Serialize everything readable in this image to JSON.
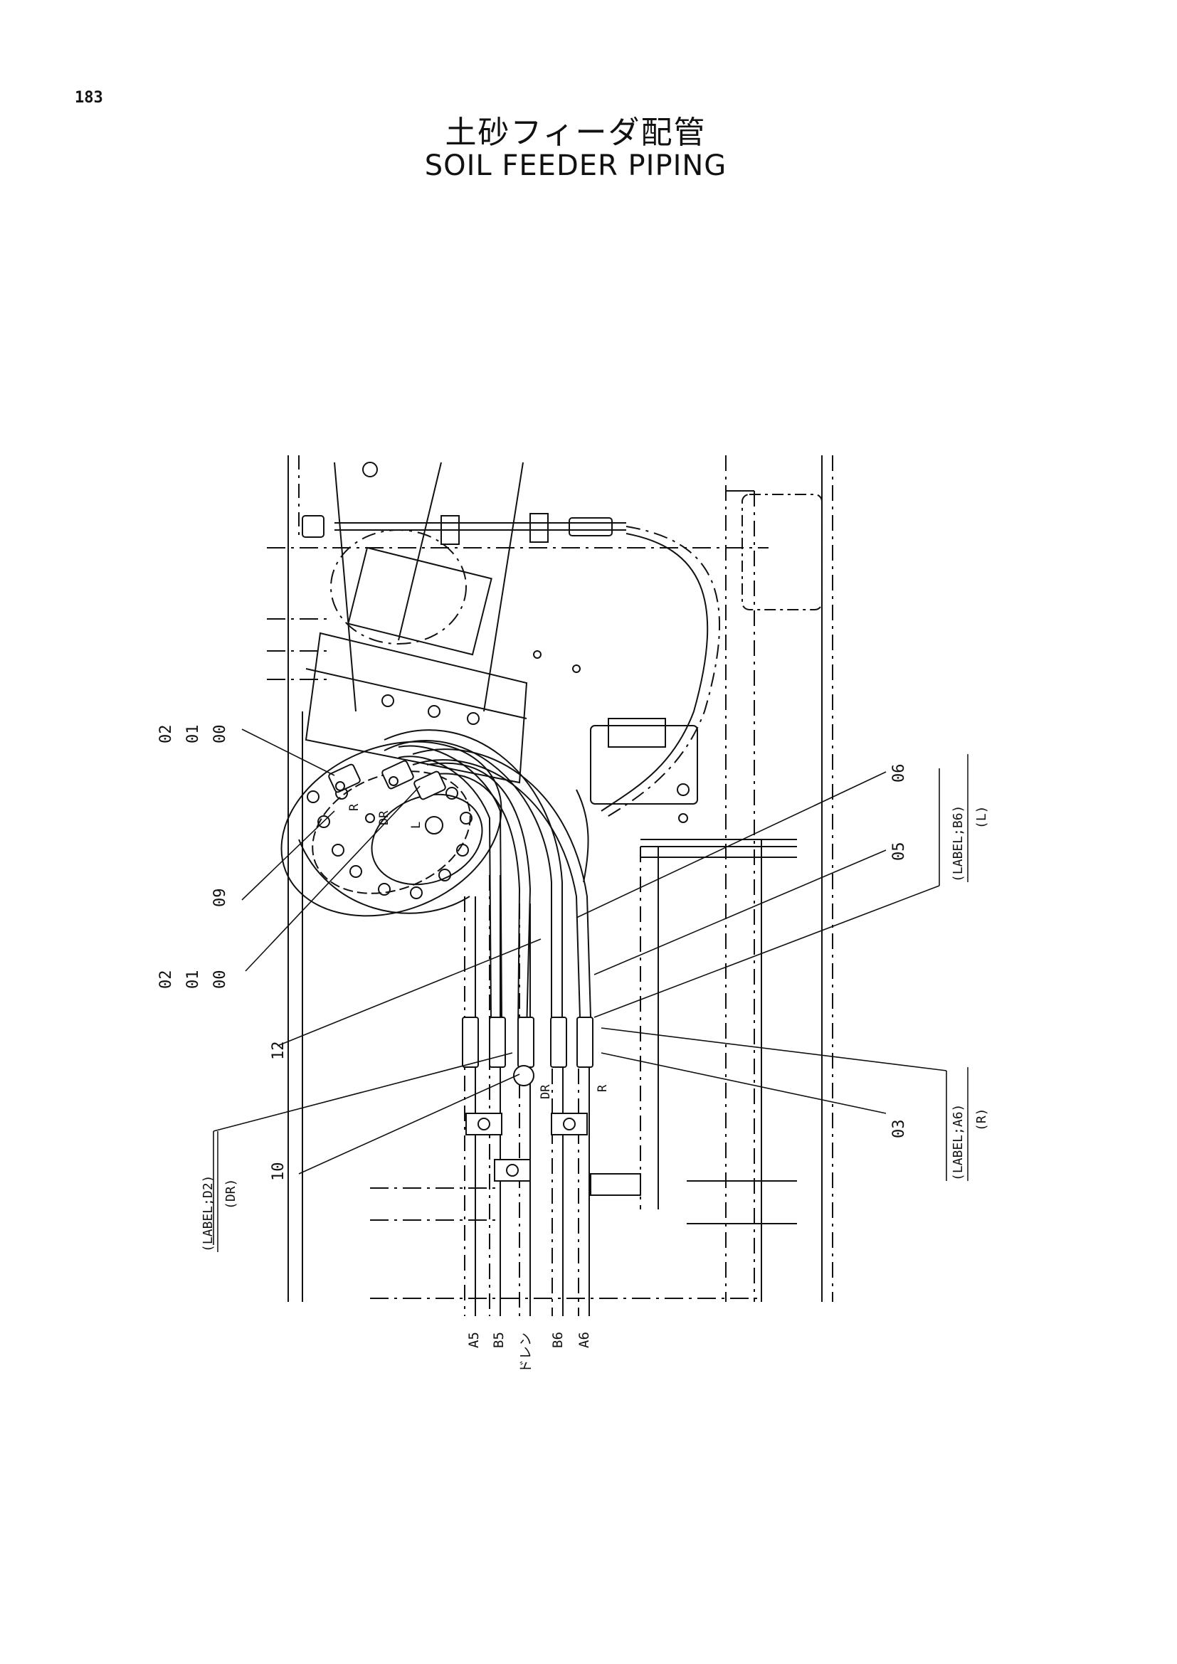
{
  "page": {
    "number": "183",
    "title_jp": "土砂フィーダ配管",
    "title_en": "SOIL FEEDER PIPING"
  },
  "diagram": {
    "callouts_top_left": [
      "02",
      "01",
      "00"
    ],
    "callouts_mid_left": [
      "02",
      "01",
      "00"
    ],
    "callout_09": "09",
    "callout_12": "12",
    "callout_10": "10",
    "callout_06": "06",
    "callout_05": "05",
    "callout_03": "03",
    "label_b6": {
      "top": "(LABEL;B6)",
      "bottom": "(L)"
    },
    "label_a6": {
      "top": "(LABEL;A6)",
      "bottom": "(R)"
    },
    "label_d2": {
      "top": "(LABEL;D2)",
      "bottom": "(DR)"
    },
    "port_marks": {
      "r": "R",
      "dr": "DR",
      "l": "L"
    },
    "hose_marks": {
      "dr": "DR",
      "r": "R"
    },
    "port_labels": [
      "A5",
      "B5",
      "ドレン",
      "B6",
      "A6"
    ]
  }
}
